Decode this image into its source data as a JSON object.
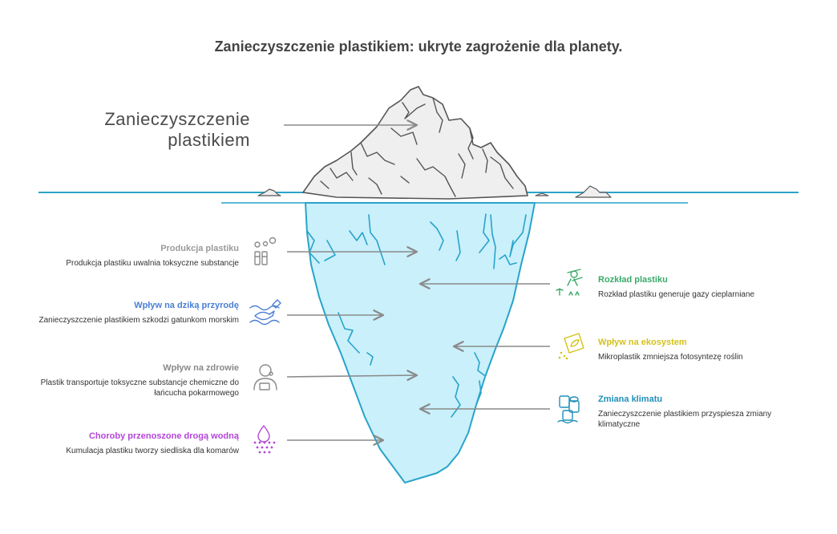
{
  "title": "Zanieczyszczenie plastikiem: ukryte zagrożenie dla planety.",
  "tip": {
    "line1": "Zanieczyszczenie",
    "line2": "plastikiem"
  },
  "left_items": [
    {
      "heading": "Produkcja plastiku",
      "description": "Produkcja plastiku uwalnia toksyczne substancje",
      "color": "#9a9a9a",
      "icon": "factory-icon"
    },
    {
      "heading": "Wpływ na dziką przyrodę",
      "description": "Zanieczyszczenie plastikiem szkodzi gatunkom morskim",
      "color": "#4a7fd4",
      "icon": "sea-creature-icon"
    },
    {
      "heading": "Wpływ na zdrowie",
      "description": "Plastik transportuje toksyczne substancje chemiczne do łańcucha pokarmowego",
      "color": "#8a8a8a",
      "icon": "person-health-icon"
    },
    {
      "heading": "Choroby przenoszone drogą wodną",
      "description": "Kumulacja plastiku tworzy siedliska dla komarów",
      "color": "#b445d8",
      "icon": "water-drop-icon"
    }
  ],
  "right_items": [
    {
      "heading": "Rozkład plastiku",
      "description": "Rozkład plastiku generuje gazy cieplarniane",
      "color": "#3aaa6a",
      "icon": "gardener-icon"
    },
    {
      "heading": "Wpływ na ekosystem",
      "description": "Mikroplastik zmniejsza fotosyntezę roślin",
      "color": "#d4c21a",
      "icon": "leaf-card-icon"
    },
    {
      "heading": "Zmiana klimatu",
      "description": "Zanieczyszczenie plastikiem przyspiesza zmiany klimatyczne",
      "color": "#1f8fb8",
      "icon": "melting-ice-icon"
    }
  ],
  "colors": {
    "water_line": "#29a3c9",
    "underwater_fill": "#c9f0fb",
    "iceberg_stroke": "#555555",
    "iceberg_fill": "#efefef",
    "arrow": "#8a8a8a"
  }
}
